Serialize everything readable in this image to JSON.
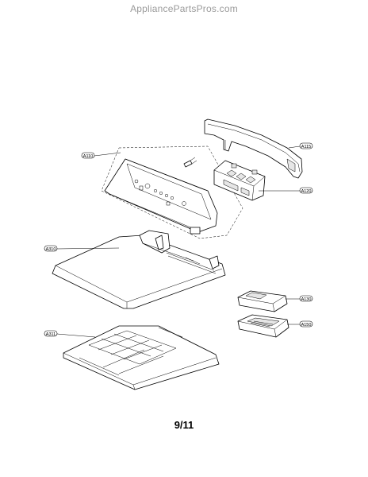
{
  "watermark": "AppliancePartsPros.com",
  "page_number": "9/11",
  "callouts": {
    "a110": "A110",
    "a115": "A115",
    "a120": "A120",
    "a310": "A310",
    "a311": "A311",
    "a130": "A130",
    "a150": "A150"
  }
}
